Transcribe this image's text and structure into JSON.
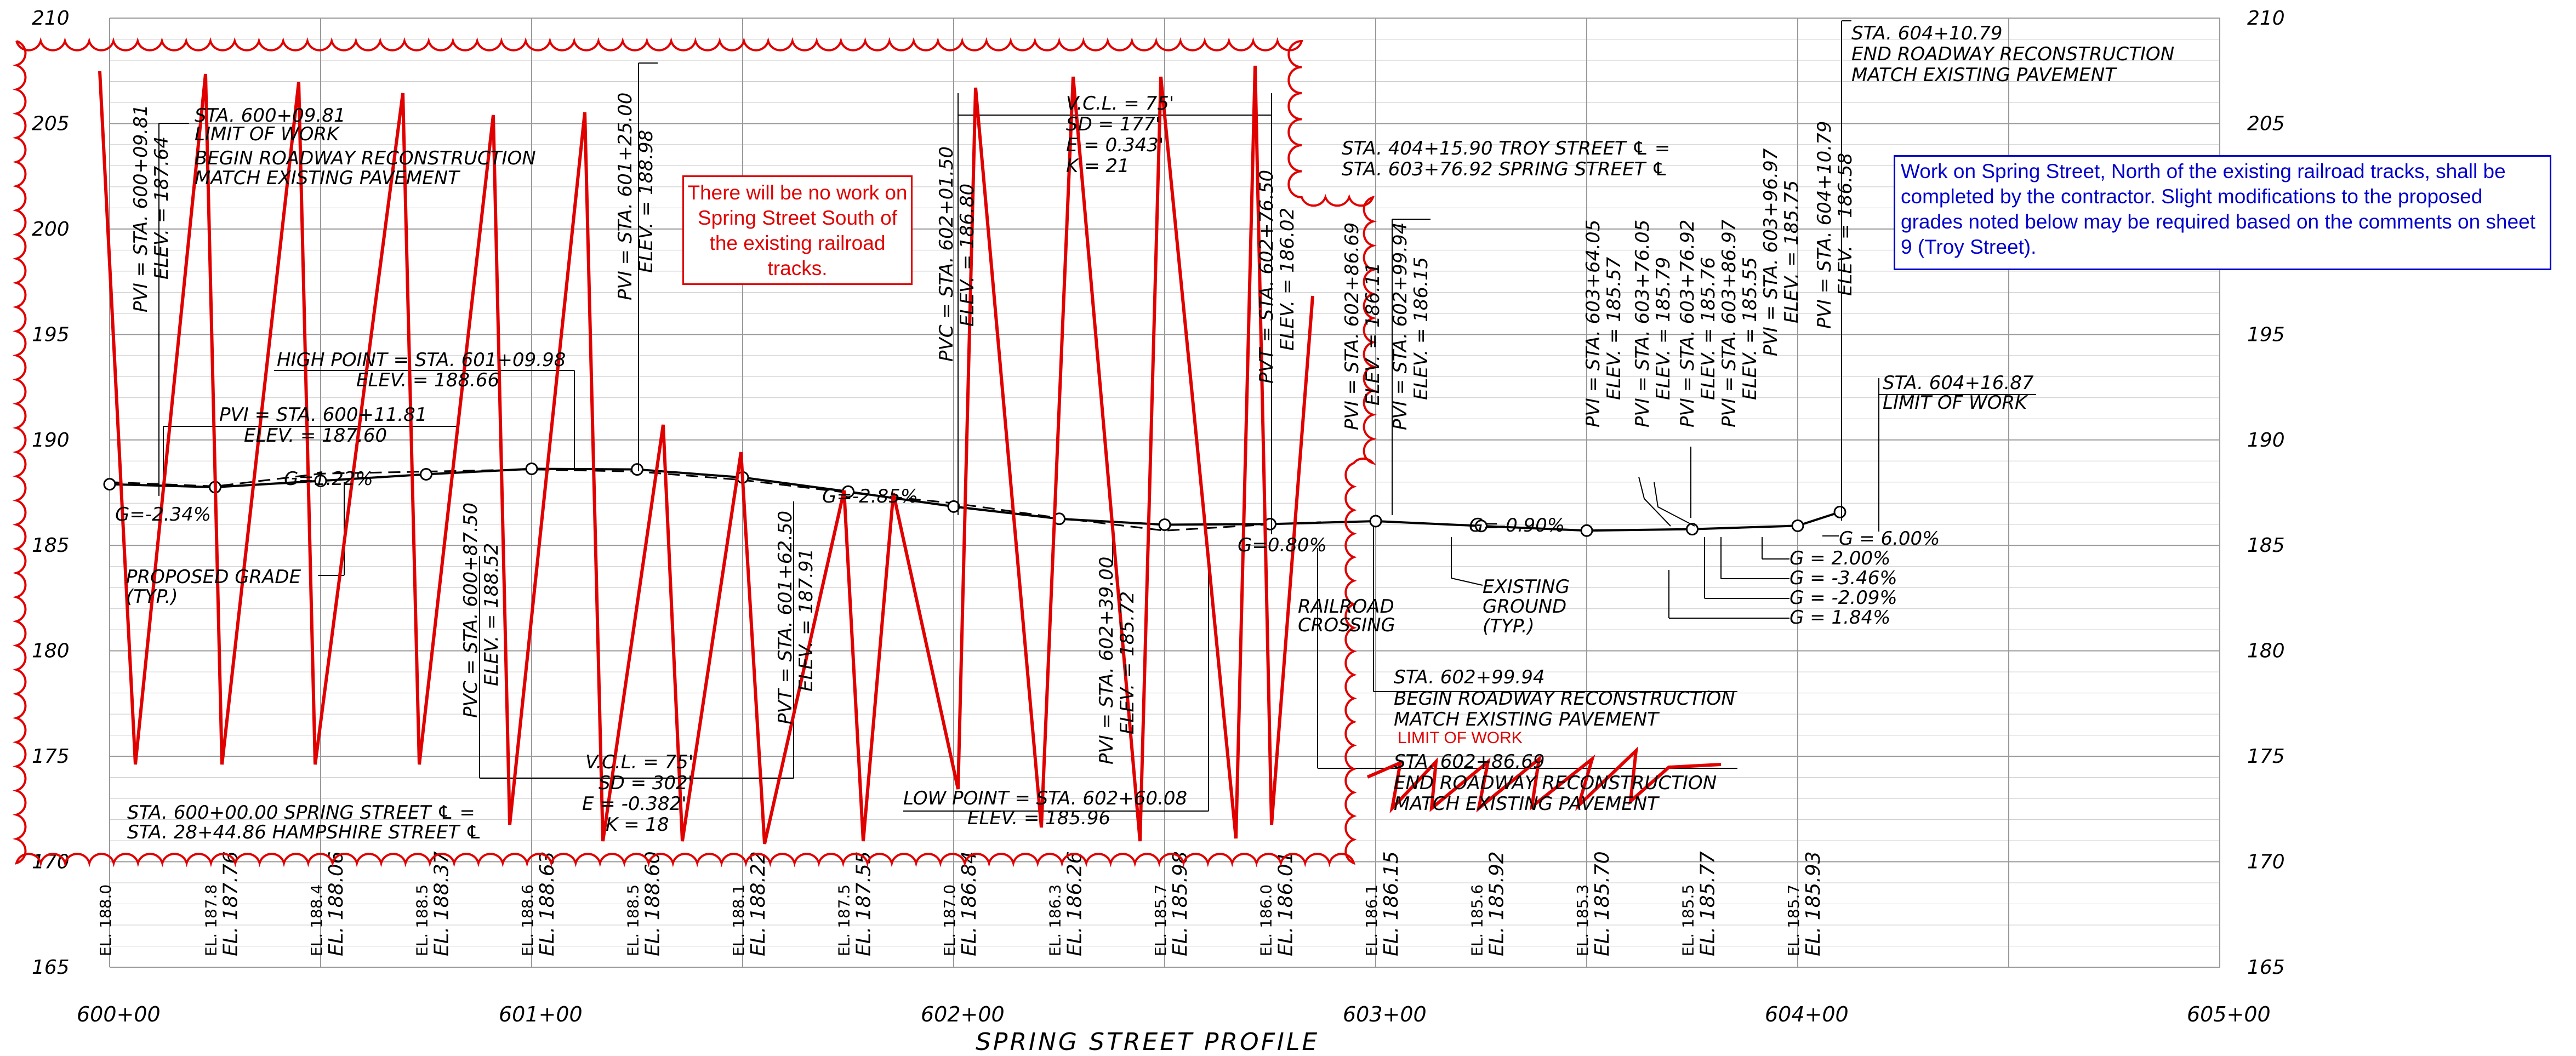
{
  "chart_data": {
    "type": "line",
    "title": "SPRING STREET PROFILE",
    "x_ticks": [
      "600+00",
      "601+00",
      "602+00",
      "603+00",
      "604+00",
      "605+00"
    ],
    "y_ticks": [
      "165",
      "170",
      "175",
      "180",
      "185",
      "190",
      "195",
      "200",
      "205",
      "210"
    ],
    "x_range": [
      600.0,
      605.0
    ],
    "y_range": [
      165,
      210
    ],
    "grid": true,
    "series": [
      {
        "values_x": [
          600.0,
          600.25,
          600.5,
          600.75,
          601.0,
          601.25,
          601.5,
          601.75,
          602.0,
          602.25,
          602.5,
          602.75,
          602.87
        ],
        "values_y": [
          188.0,
          187.8,
          188.4,
          188.5,
          188.6,
          188.5,
          188.1,
          187.5,
          187.0,
          186.3,
          185.7,
          186.0,
          186.1
        ]
      },
      {
        "values_x": [
          600.0,
          600.25,
          600.5,
          600.75,
          601.0,
          601.25,
          601.5,
          601.75,
          602.0,
          602.25,
          602.5,
          602.75,
          603.0,
          603.25,
          603.5,
          603.75,
          604.0,
          604.1
        ],
        "values_y": [
          187.9,
          187.76,
          188.06,
          188.37,
          188.63,
          188.6,
          188.22,
          187.55,
          186.84,
          186.26,
          185.98,
          186.01,
          186.15,
          185.92,
          185.7,
          185.77,
          185.93,
          186.58
        ]
      }
    ],
    "elevation_columns": [
      {
        "existing": "EL. 188.0",
        "proposed": ""
      },
      {
        "existing": "EL. 187.8",
        "proposed": "EL. 187.76"
      },
      {
        "existing": "EL. 188.4",
        "proposed": "EL. 188.06"
      },
      {
        "existing": "EL. 188.5",
        "proposed": "EL. 188.37"
      },
      {
        "existing": "EL. 188.6",
        "proposed": "EL. 188.63"
      },
      {
        "existing": "EL. 188.5",
        "proposed": "EL. 188.60"
      },
      {
        "existing": "EL. 188.1",
        "proposed": "EL. 188.22"
      },
      {
        "existing": "EL. 187.5",
        "proposed": "EL. 187.55"
      },
      {
        "existing": "EL. 187.0",
        "proposed": "EL. 186.84"
      },
      {
        "existing": "EL. 186.3",
        "proposed": "EL. 186.26"
      },
      {
        "existing": "EL. 185.7",
        "proposed": "EL. 185.98"
      },
      {
        "existing": "EL. 186.0",
        "proposed": "EL. 186.01"
      },
      {
        "existing": "EL. 186.1",
        "proposed": "EL. 186.15"
      },
      {
        "existing": "EL. 185.6",
        "proposed": "EL. 185.92"
      },
      {
        "existing": "EL. 185.3",
        "proposed": "EL. 185.70"
      },
      {
        "existing": "EL. 185.5",
        "proposed": "EL. 185.77"
      },
      {
        "existing": "EL. 185.7",
        "proposed": "EL. 185.93"
      }
    ]
  },
  "annotations": {
    "sta_600_09": [
      "STA. 600+09.81",
      "LIMIT OF WORK",
      "BEGIN ROADWAY RECONSTRUCTION",
      "MATCH EXISTING PAVEMENT"
    ],
    "pvi_600_09": [
      "PVI = STA. 600+09.81",
      "ELEV. = 187.64"
    ],
    "high_point": [
      "HIGH POINT = STA. 601+09.98",
      "ELEV. = 188.66"
    ],
    "pvi_600_11": [
      "PVI = STA. 600+11.81",
      "ELEV. = 187.60"
    ],
    "pvi_601_25": [
      "PVI = STA. 601+25.00",
      "ELEV. = 188.98"
    ],
    "grade_1_22": "G=1.22%",
    "grade_neg_2_34": "G=-2.34%",
    "proposed_grade": [
      "PROPOSED GRADE",
      "(TYP.)"
    ],
    "pvc_600_87": [
      "PVC = STA. 600+87.50",
      "ELEV. = 188.52"
    ],
    "vcl_left": [
      "V.C.L. = 75'",
      "SD = 302'",
      "E = -0.382'",
      "K = 18"
    ],
    "sta_600_00": [
      "STA. 600+00.00 SPRING STREET ℄ =",
      "STA. 28+44.86 HAMPSHIRE STREET ℄"
    ],
    "pvt_601_62": [
      "PVT = STA. 601+62.50",
      "ELEV. = 187.91"
    ],
    "grade_neg_2_85": "G=-2.85%",
    "vcl_right": [
      "V.C.L. = 75'",
      "SD = 177'",
      "E = 0.343'",
      "K = 21"
    ],
    "pvc_602_01": [
      "PVC = STA. 602+01.50",
      "ELEV. = 186.80"
    ],
    "pvt_602_76": [
      "PVT = STA. 602+76.50",
      "ELEV. = 186.02"
    ],
    "pvi_602_39": [
      "PVI = STA. 602+39.00",
      "ELEV. = 185.72"
    ],
    "low_point": [
      "LOW POINT = STA. 602+60.08",
      "ELEV. = 185.96"
    ],
    "grade_0_80": "G=0.80%",
    "pvi_602_86": [
      "PVI = STA. 602+86.69",
      "ELEV. = 186.11"
    ],
    "pvi_602_99": [
      "PVI = STA. 602+99.94",
      "ELEV. = 186.15"
    ],
    "railroad": [
      "RAILROAD",
      "CROSSING"
    ],
    "troy_st": [
      "STA. 404+15.90 TROY STREET ℄ =",
      "STA. 603+76.92 SPRING STREET ℄"
    ],
    "grade_neg_0_90": "G=-0.90%",
    "existing_ground": [
      "EXISTING",
      "GROUND",
      "(TYP.)"
    ],
    "sta_602_99": [
      "STA. 602+99.94",
      "BEGIN ROADWAY RECONSTRUCTION",
      "MATCH EXISTING PAVEMENT"
    ],
    "limit_of_work_red": "LIMIT OF WORK",
    "sta_602_86": [
      "STA. 602+86.69",
      "END ROADWAY RECONSTRUCTION",
      "MATCH EXISTING PAVEMENT"
    ],
    "pvi_cluster": [
      "PVI = STA. 603+64.05",
      "ELEV. = 185.57",
      "PVI = STA. 603+76.05",
      "ELEV. = 185.79",
      "PVI = STA. 603+76.92",
      "ELEV. = 185.76",
      "PVI = STA. 603+86.97",
      "ELEV. = 185.55",
      "PVI = STA. 603+96.97",
      "ELEV. = 185.75",
      "PVI = STA. 604+10.79",
      "ELEV. = 186.58"
    ],
    "grades_right": [
      "G = 6.00%",
      "G = 2.00%",
      "G = -3.46%",
      "G = -2.09%",
      "G = 1.84%"
    ],
    "sta_604_10": [
      "STA. 604+10.79",
      "END ROADWAY RECONSTRUCTION",
      "MATCH EXISTING PAVEMENT"
    ],
    "sta_604_16": [
      "STA. 604+16.87",
      "LIMIT OF WORK"
    ]
  },
  "red_note": "There will be no work on Spring Street South of the existing railroad tracks.",
  "blue_note": "Work on Spring Street, North of the existing railroad tracks, shall be completed by the contractor. Slight modifications to the proposed grades noted below may be required based on the comments on sheet 9 (Troy Street).",
  "colors": {
    "markup": "#e00000",
    "note": "#0000cc",
    "grid": "#c8c8c8",
    "ink": "#000000"
  }
}
